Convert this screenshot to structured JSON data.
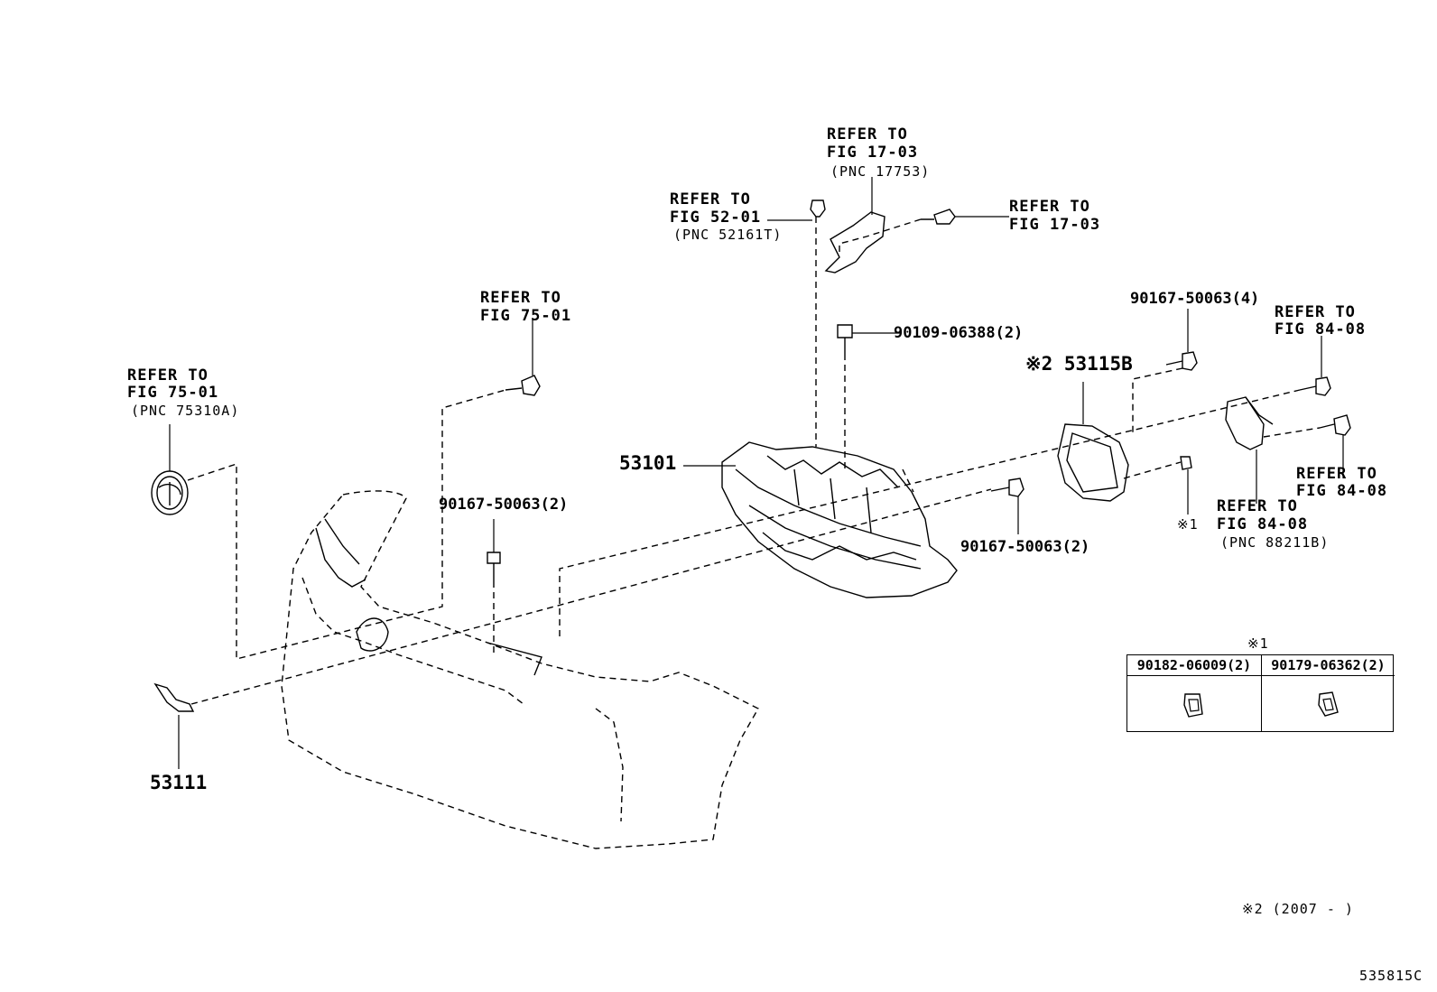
{
  "labels": {
    "refer_fig_75_01_emblem": [
      "REFER TO",
      "FIG 75-01",
      "(PNC 75310A)"
    ],
    "refer_fig_75_01_bolt": [
      "REFER TO",
      "FIG 75-01"
    ],
    "refer_fig_52_01": [
      "REFER TO",
      "FIG 52-01",
      "(PNC 52161T)"
    ],
    "refer_fig_17_03_top": [
      "REFER TO",
      "FIG 17-03",
      "(PNC 17753)"
    ],
    "refer_fig_17_03_right": [
      "REFER TO",
      "FIG 17-03"
    ],
    "refer_fig_84_08_a": [
      "REFER TO",
      "FIG 84-08"
    ],
    "refer_fig_84_08_b": [
      "REFER TO",
      "FIG 84-08"
    ],
    "refer_fig_84_08_c": [
      "REFER TO",
      "FIG 84-08",
      "(PNC 88211B)"
    ],
    "part_90109_06388": "90109-06388(2)",
    "part_90167_50063_4": "90167-50063(4)",
    "part_90167_50063_2_left": "90167-50063(2)",
    "part_90167_50063_2_right": "90167-50063(2)",
    "part_53101": "53101",
    "part_53111": "53111",
    "part_53115B": "※2 53115B",
    "note_1_callout": "※1",
    "table_note": "※1",
    "footnote_2": "※2 (2007 -      )",
    "figure_code": "535815C"
  },
  "table": {
    "columns": [
      "90182-06009(2)",
      "90179-06362(2)"
    ]
  }
}
